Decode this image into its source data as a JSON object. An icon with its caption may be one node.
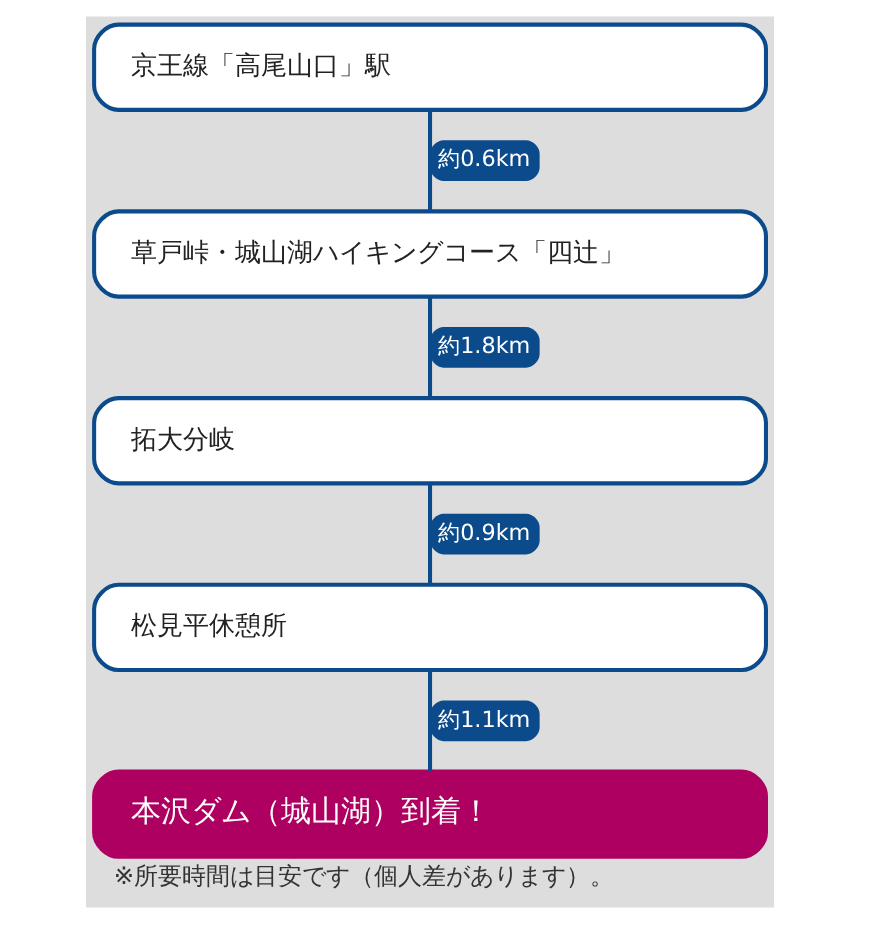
{
  "diagram": {
    "caption": "※所要時間は目安です（個人差があります）。",
    "nodes": [
      {
        "text": [
          "京王線「高尾山口」駅"
        ]
      },
      {
        "text": [
          "草戸峠・城山湖ハイキングコース「四辻」"
        ]
      },
      {
        "text": [
          "拓大分岐"
        ]
      },
      {
        "text": [
          "松見平休憩所"
        ]
      },
      {
        "text": [
          "本沢ダム（城山湖）到着！"
        ]
      }
    ],
    "edges": [
      {
        "from": 0,
        "to": 1,
        "arrow": "none",
        "label": "約0.6km"
      },
      {
        "from": 1,
        "to": 2,
        "arrow": "none",
        "label": "約1.8km"
      },
      {
        "from": 2,
        "to": 3,
        "arrow": "none",
        "label": "約0.9km"
      },
      {
        "from": 3,
        "to": 4,
        "arrow": "none",
        "label": "約1.1km"
      }
    ]
  }
}
